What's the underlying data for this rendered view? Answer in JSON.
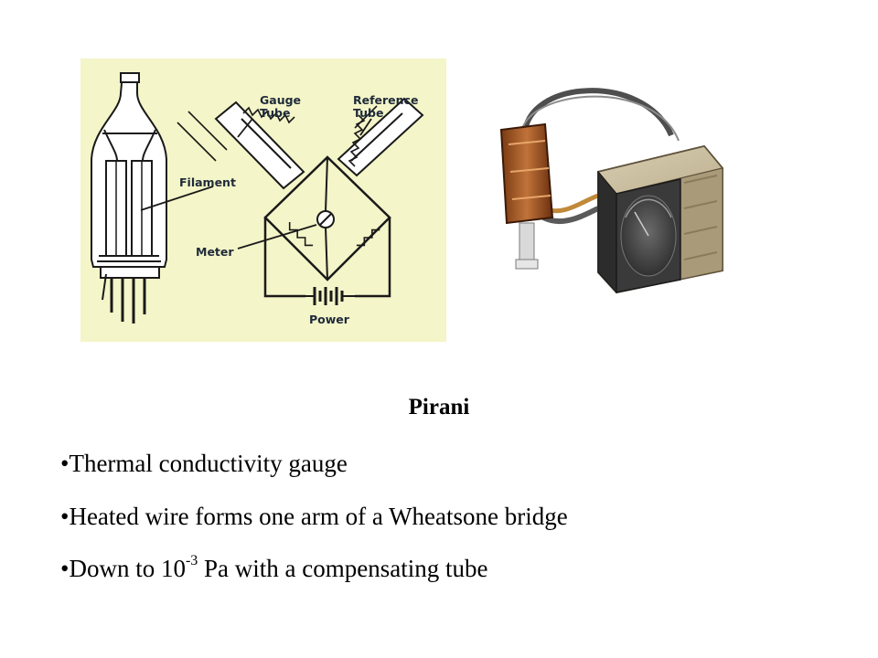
{
  "diagram": {
    "labels": {
      "gauge_tube_line1": "Gauge",
      "gauge_tube_line2": "Tube",
      "reference_tube_line1": "Reference",
      "reference_tube_line2": "Tube",
      "filament": "Filament",
      "meter": "Meter",
      "power": "Power"
    },
    "colors": {
      "background": "#f4f5c8",
      "line": "#1a1a1a"
    }
  },
  "photo": {
    "subject": "pirani-gauge-photo"
  },
  "slide": {
    "title": "Pirani",
    "bullets": [
      {
        "prefix": "•Thermal conductivity gauge"
      },
      {
        "prefix": "•Heated wire forms one arm of a Wheatsone bridge"
      },
      {
        "prefix": "•Down to 10",
        "superscript": "-3",
        "suffix": " Pa with a compensating tube"
      }
    ]
  }
}
